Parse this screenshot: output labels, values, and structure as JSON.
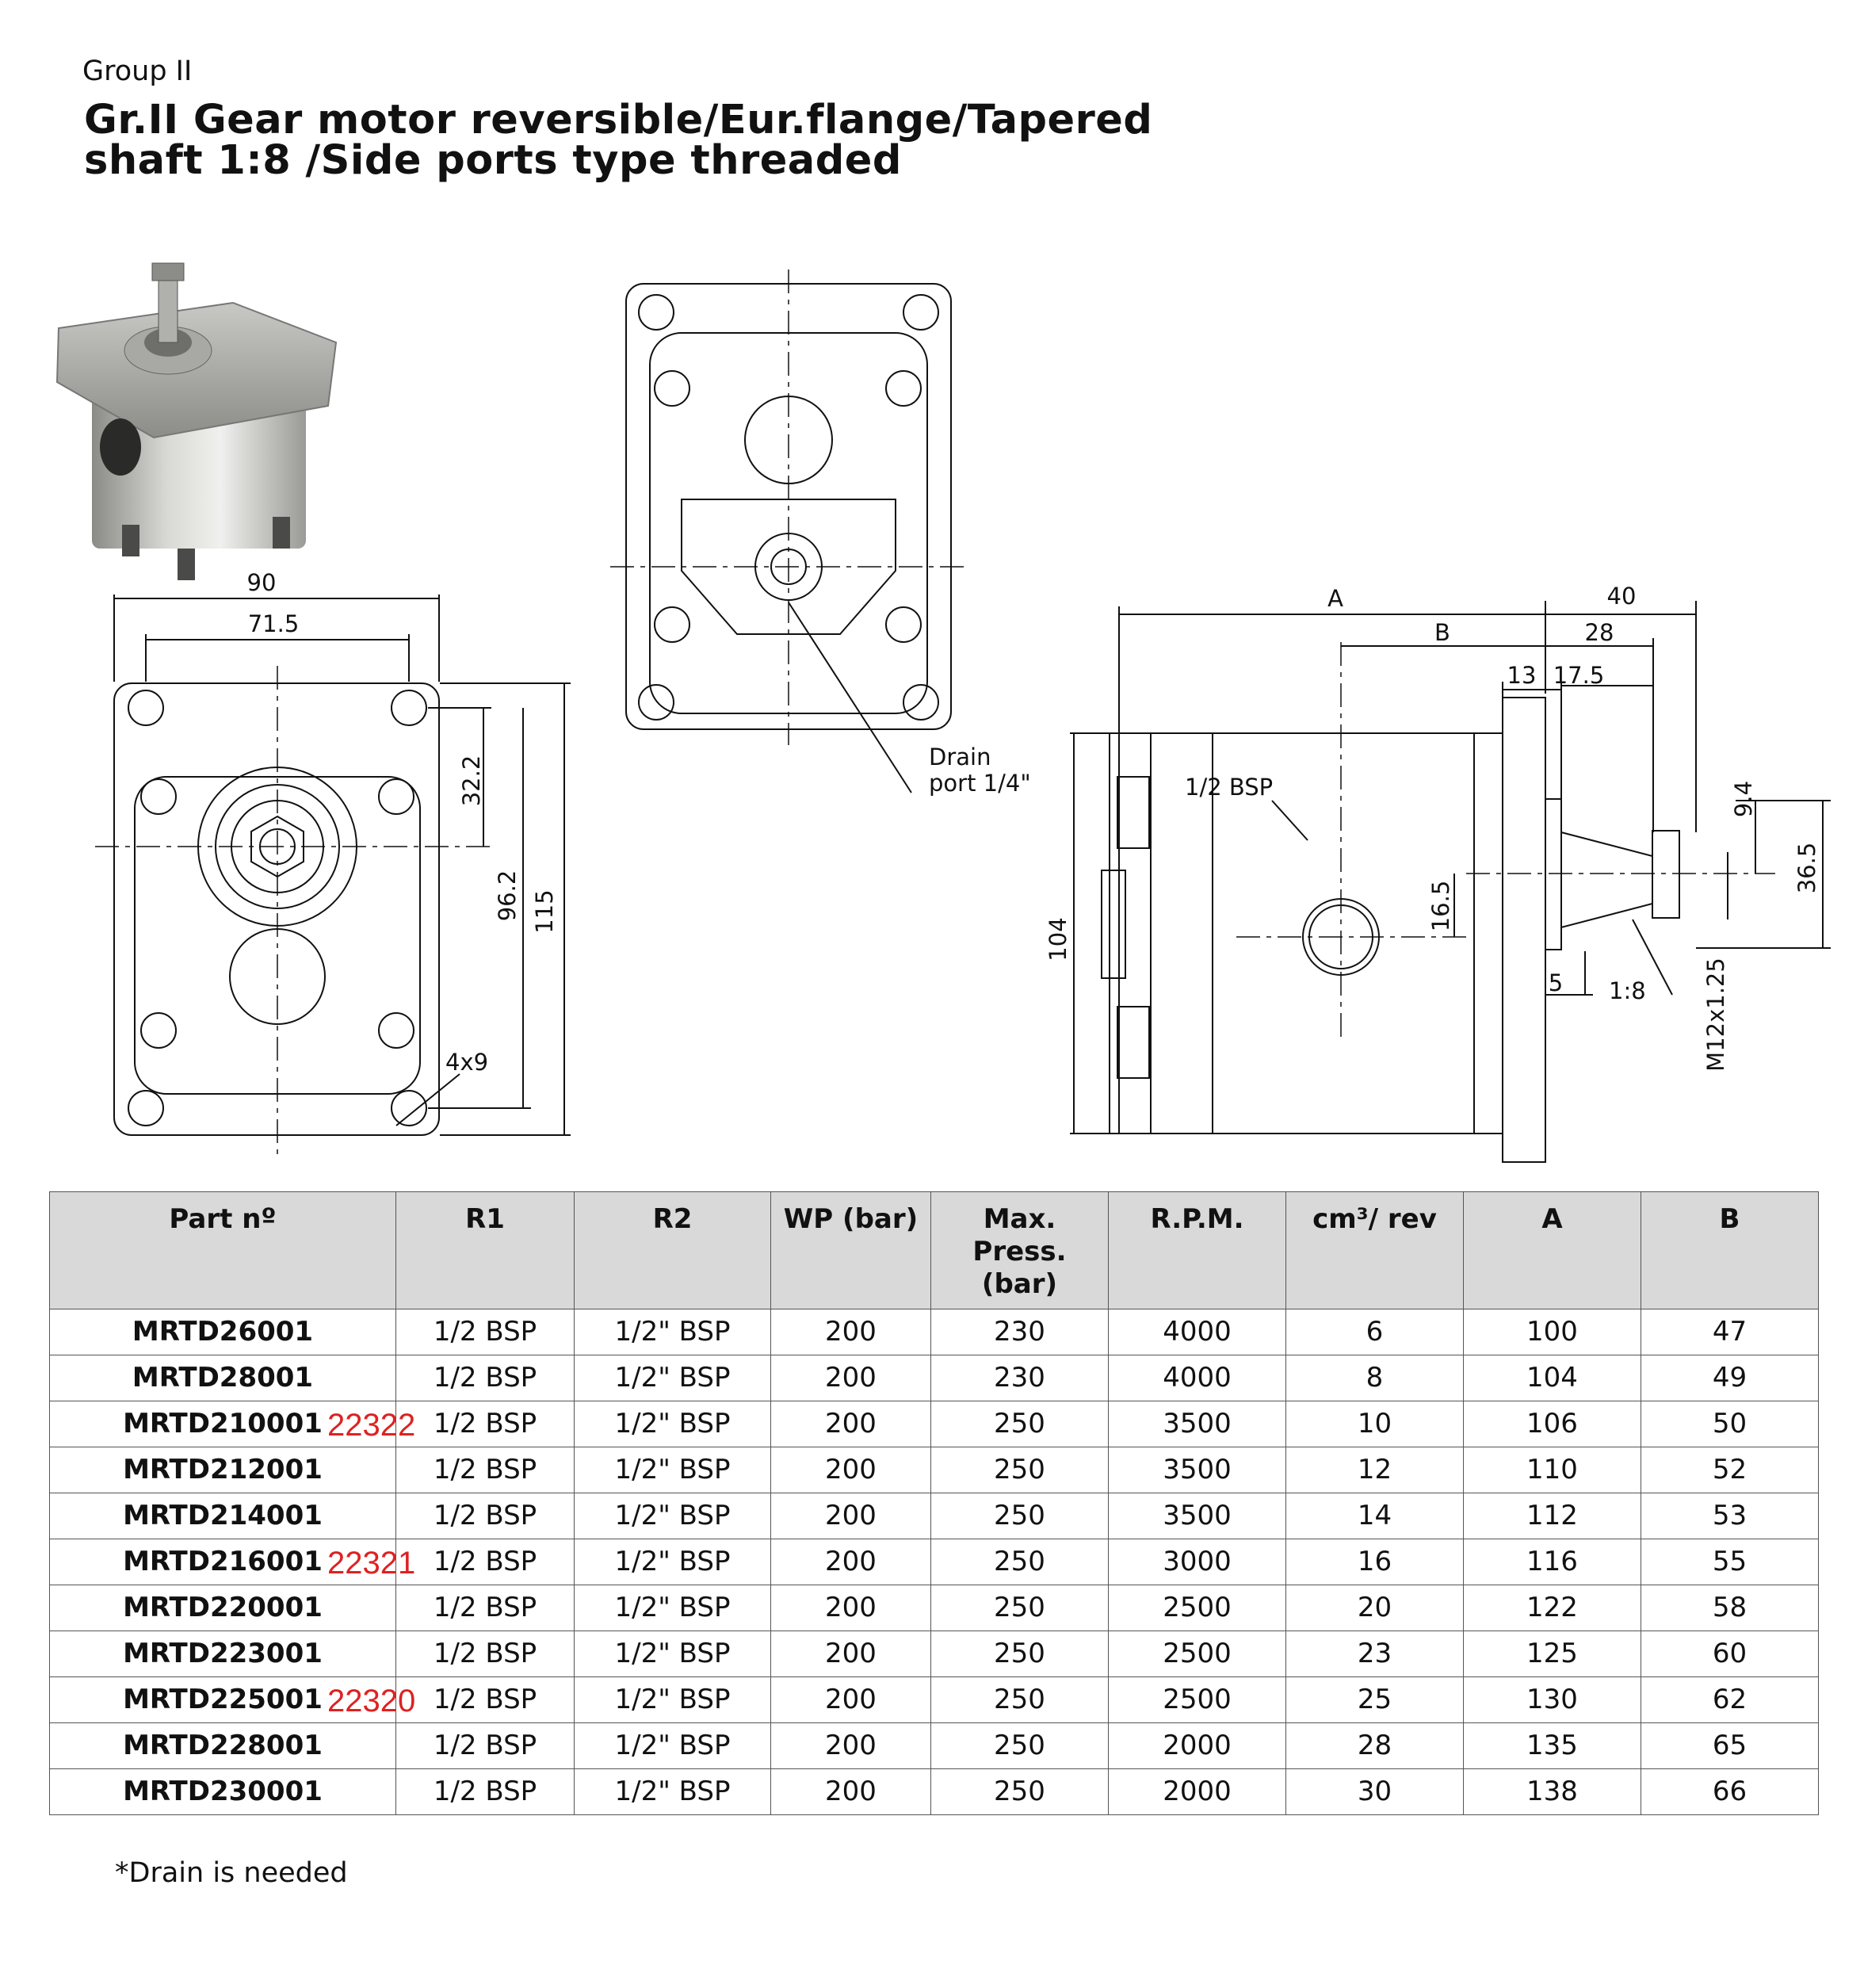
{
  "header": {
    "group": "Group II",
    "title_line1": "Gr.II Gear motor reversible/Eur.flange/Tapered",
    "title_line2": "shaft 1:8 /Side ports type threaded"
  },
  "drawing": {
    "front": {
      "width_outer": "90",
      "width_inner": "71.5",
      "offset": "32.2",
      "height_inner": "96.2",
      "height_outer": "115",
      "holes": "4x9"
    },
    "rear": {
      "drain_label_1": "Drain",
      "drain_label_2": "port 1/4\""
    },
    "side": {
      "dim_a": "A",
      "dim_b": "B",
      "dim_40": "40",
      "dim_28": "28",
      "dim_13": "13",
      "dim_17_5": "17.5",
      "port": "1/2 BSP",
      "dim_9_4": "9.4",
      "dim_36_5": "36.5",
      "dim_16_5": "16.5",
      "dim_104": "104",
      "dim_5": "5",
      "taper": "1:8",
      "thread": "M12x1.25"
    }
  },
  "table": {
    "headers": [
      "Part nº",
      "R1",
      "R2",
      "WP (bar)",
      "Max. Press. (bar)",
      "R.P.M.",
      "cm³/ rev",
      "A",
      "B"
    ],
    "header_max_1": "Max.",
    "header_max_2": "Press.",
    "header_max_3": "(bar)",
    "rows": [
      {
        "part": "MRTD26001",
        "code": "",
        "r1": "1/2 BSP",
        "r2": "1/2\" BSP",
        "wp": "200",
        "max": "230",
        "rpm": "4000",
        "cm3": "6",
        "a": "100",
        "b": "47"
      },
      {
        "part": "MRTD28001",
        "code": "",
        "r1": "1/2 BSP",
        "r2": "1/2\" BSP",
        "wp": "200",
        "max": "230",
        "rpm": "4000",
        "cm3": "8",
        "a": "104",
        "b": "49"
      },
      {
        "part": "MRTD210001",
        "code": "22322",
        "r1": "1/2 BSP",
        "r2": "1/2\" BSP",
        "wp": "200",
        "max": "250",
        "rpm": "3500",
        "cm3": "10",
        "a": "106",
        "b": "50"
      },
      {
        "part": "MRTD212001",
        "code": "",
        "r1": "1/2 BSP",
        "r2": "1/2\" BSP",
        "wp": "200",
        "max": "250",
        "rpm": "3500",
        "cm3": "12",
        "a": "110",
        "b": "52"
      },
      {
        "part": "MRTD214001",
        "code": "",
        "r1": "1/2 BSP",
        "r2": "1/2\" BSP",
        "wp": "200",
        "max": "250",
        "rpm": "3500",
        "cm3": "14",
        "a": "112",
        "b": "53"
      },
      {
        "part": "MRTD216001",
        "code": "22321",
        "r1": "1/2 BSP",
        "r2": "1/2\" BSP",
        "wp": "200",
        "max": "250",
        "rpm": "3000",
        "cm3": "16",
        "a": "116",
        "b": "55"
      },
      {
        "part": "MRTD220001",
        "code": "",
        "r1": "1/2 BSP",
        "r2": "1/2\" BSP",
        "wp": "200",
        "max": "250",
        "rpm": "2500",
        "cm3": "20",
        "a": "122",
        "b": "58"
      },
      {
        "part": "MRTD223001",
        "code": "",
        "r1": "1/2 BSP",
        "r2": "1/2\" BSP",
        "wp": "200",
        "max": "250",
        "rpm": "2500",
        "cm3": "23",
        "a": "125",
        "b": "60"
      },
      {
        "part": "MRTD225001",
        "code": "22320",
        "r1": "1/2 BSP",
        "r2": "1/2\" BSP",
        "wp": "200",
        "max": "250",
        "rpm": "2500",
        "cm3": "25",
        "a": "130",
        "b": "62"
      },
      {
        "part": "MRTD228001",
        "code": "",
        "r1": "1/2 BSP",
        "r2": "1/2\" BSP",
        "wp": "200",
        "max": "250",
        "rpm": "2000",
        "cm3": "28",
        "a": "135",
        "b": "65"
      },
      {
        "part": "MRTD230001",
        "code": "",
        "r1": "1/2 BSP",
        "r2": "1/2\" BSP",
        "wp": "200",
        "max": "250",
        "rpm": "2000",
        "cm3": "30",
        "a": "138",
        "b": "66"
      }
    ]
  },
  "footer": {
    "note": "*Drain is needed"
  }
}
